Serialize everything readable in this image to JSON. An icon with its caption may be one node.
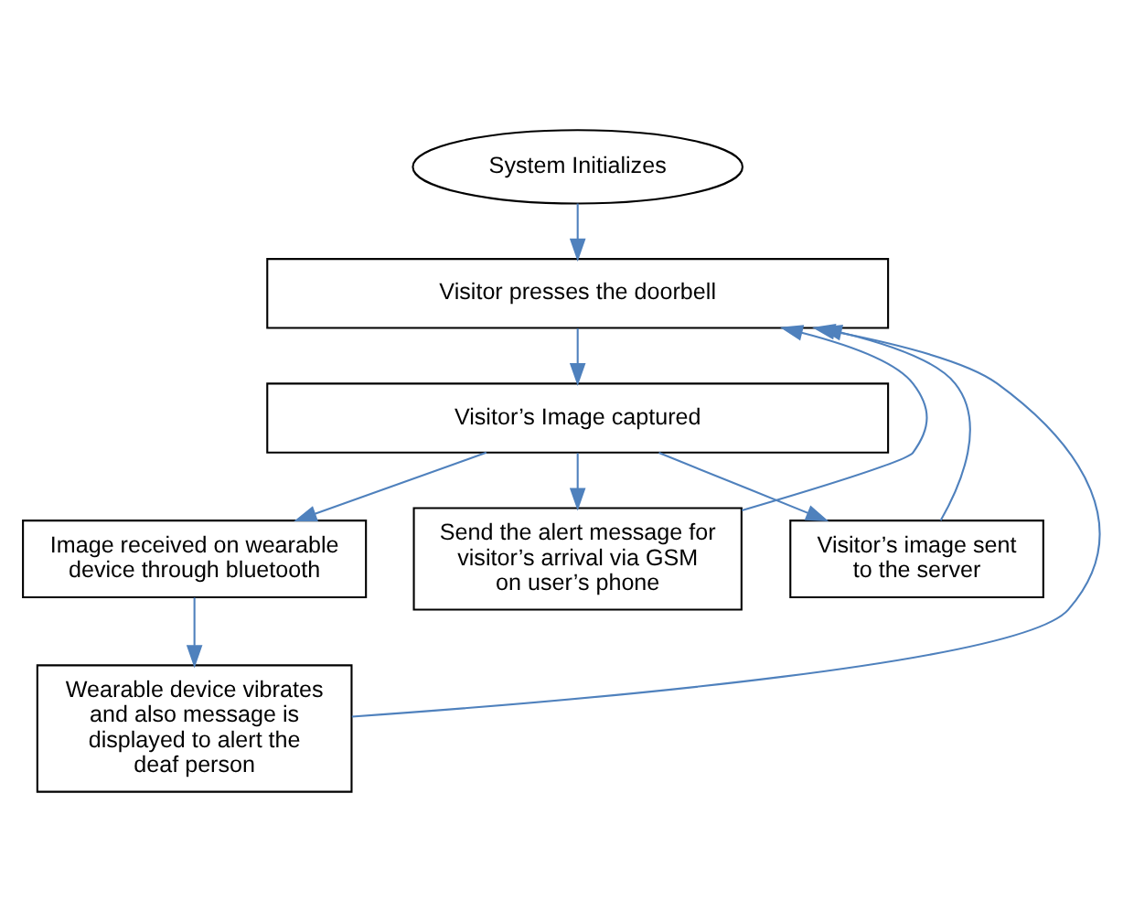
{
  "diagram": {
    "nodes": [
      {
        "text": [
          "System Initializes"
        ]
      },
      {
        "text": [
          "Visitor presses the doorbell"
        ]
      },
      {
        "text": [
          "Visitor’s Image captured"
        ]
      },
      {
        "text": [
          "Image received on wearable device through bluetooth"
        ]
      },
      {
        "text": [
          "Send the alert message for visitor’s arrival via GSM on user’s phone"
        ]
      },
      {
        "text": [
          "Visitor’s image sent to the server"
        ]
      },
      {
        "text": [
          "Wearable device vibrates and also message is displayed to alert the deaf person"
        ]
      }
    ],
    "edges": [
      {
        "from": 0,
        "to": 1,
        "arrow": "to"
      },
      {
        "from": 1,
        "to": 2,
        "arrow": "to"
      },
      {
        "from": 2,
        "to": 3,
        "arrow": "to"
      },
      {
        "from": 2,
        "to": 4,
        "arrow": "to"
      },
      {
        "from": 2,
        "to": 5,
        "arrow": "to"
      },
      {
        "from": 3,
        "to": 6,
        "arrow": "to"
      },
      {
        "from": 6,
        "to": 1,
        "arrow": "to"
      },
      {
        "from": 4,
        "to": 1,
        "arrow": "to"
      },
      {
        "from": 5,
        "to": 1,
        "arrow": "to"
      }
    ]
  }
}
